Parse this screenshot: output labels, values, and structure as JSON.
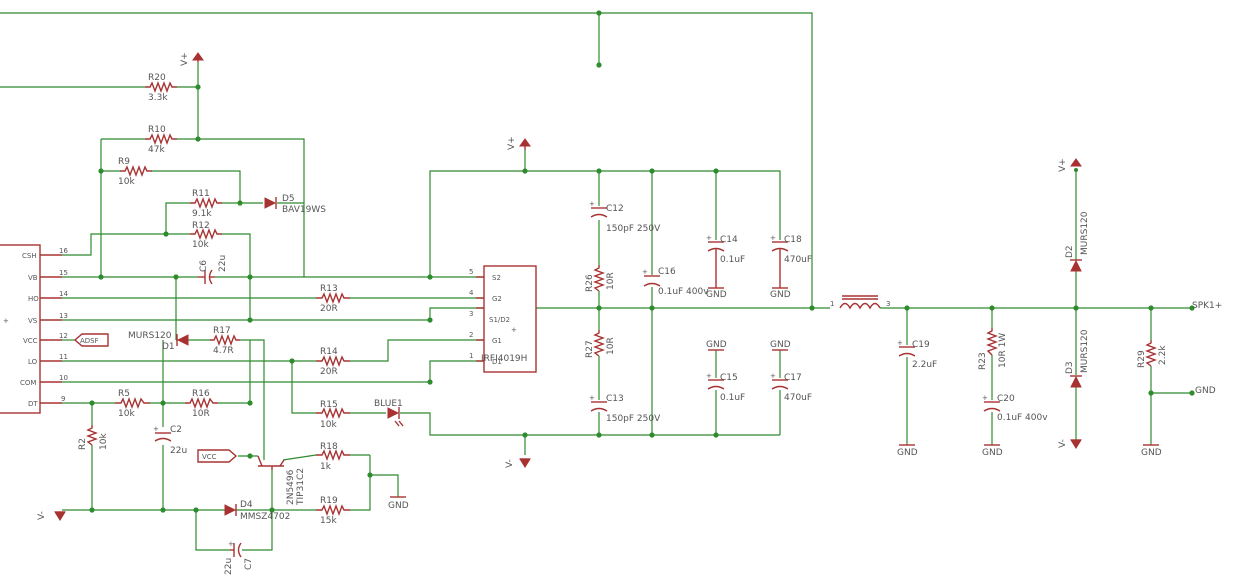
{
  "colors": {
    "wire": "#2e8b2e",
    "part": "#a83232",
    "text": "#555555",
    "background": "#ffffff"
  },
  "ic_left": {
    "pins": [
      {
        "name": "CSH",
        "num": "16"
      },
      {
        "name": "VB",
        "num": "15"
      },
      {
        "name": "HO",
        "num": "14"
      },
      {
        "name": "VS",
        "num": "13"
      },
      {
        "name": "VCC",
        "num": "12"
      },
      {
        "name": "LO",
        "num": "11"
      },
      {
        "name": "COM",
        "num": "10"
      },
      {
        "name": "DT",
        "num": "9"
      }
    ],
    "plus": "+"
  },
  "ic_main": {
    "name": "IRFI4019H",
    "pins": [
      {
        "name": "S2",
        "num": "5"
      },
      {
        "name": "G2",
        "num": "4"
      },
      {
        "name": "S1/D2",
        "num": "3"
      },
      {
        "name": "G1",
        "num": "2"
      },
      {
        "name": "D1",
        "num": "1"
      }
    ],
    "plus": "+"
  },
  "resistors": {
    "R20": {
      "ref": "R20",
      "val": "3.3k"
    },
    "R10": {
      "ref": "R10",
      "val": "47k"
    },
    "R9": {
      "ref": "R9",
      "val": "10k"
    },
    "R11": {
      "ref": "R11",
      "val": "9.1k"
    },
    "R12": {
      "ref": "R12",
      "val": "10k"
    },
    "R13": {
      "ref": "R13",
      "val": "20R"
    },
    "R17": {
      "ref": "R17",
      "val": "4.7R"
    },
    "R14": {
      "ref": "R14",
      "val": "20R"
    },
    "R15": {
      "ref": "R15",
      "val": "10k"
    },
    "R5": {
      "ref": "R5",
      "val": "10k"
    },
    "R16": {
      "ref": "R16",
      "val": "10R"
    },
    "R18": {
      "ref": "R18",
      "val": "1k"
    },
    "R19": {
      "ref": "R19",
      "val": "15k"
    },
    "R2": {
      "ref": "R2",
      "val": "10k"
    },
    "R26": {
      "ref": "R26",
      "val": "10R"
    },
    "R27": {
      "ref": "R27",
      "val": "10R"
    },
    "R23": {
      "ref": "R23",
      "val": "10R 1W"
    },
    "R29": {
      "ref": "R29",
      "val": "2.2k"
    }
  },
  "capacitors": {
    "C6": {
      "ref": "C6",
      "val": "22u"
    },
    "C2": {
      "ref": "C2",
      "val": "22u"
    },
    "C7": {
      "ref": "C7",
      "val": "22u"
    },
    "C12": {
      "ref": "C12",
      "val": "150pF 250V"
    },
    "C13": {
      "ref": "C13",
      "val": "150pF 250V"
    },
    "C16": {
      "ref": "C16",
      "val": "0.1uF 400v"
    },
    "C14": {
      "ref": "C14",
      "val": "0.1uF"
    },
    "C15": {
      "ref": "C15",
      "val": "0.1uF"
    },
    "C18": {
      "ref": "C18",
      "val": "470uF"
    },
    "C17": {
      "ref": "C17",
      "val": "470uF"
    },
    "C19": {
      "ref": "C19",
      "val": "2.2uF"
    },
    "C20": {
      "ref": "C20",
      "val": "0.1uF 400v"
    }
  },
  "diodes": {
    "D5": {
      "ref": "D5",
      "val": "BAV19WS"
    },
    "D1": {
      "ref": "D1",
      "val": "MURS120"
    },
    "D4": {
      "ref": "D4",
      "val": "MMSZ4702"
    },
    "D2": {
      "ref": "D2",
      "val": "MURS120"
    },
    "D3": {
      "ref": "D3",
      "val": "MURS120"
    },
    "LED": {
      "ref": "BLUE1"
    }
  },
  "transistor": {
    "part": "2N5496",
    "alt": "TIP31C2"
  },
  "nets": {
    "vplus": "V+",
    "vminus": "V-",
    "gnd": "GND",
    "vcc": "VCC",
    "adsf": "ADSF",
    "spk": "SPK1+"
  },
  "inductor": {
    "pin1": "1",
    "pin3": "3"
  }
}
